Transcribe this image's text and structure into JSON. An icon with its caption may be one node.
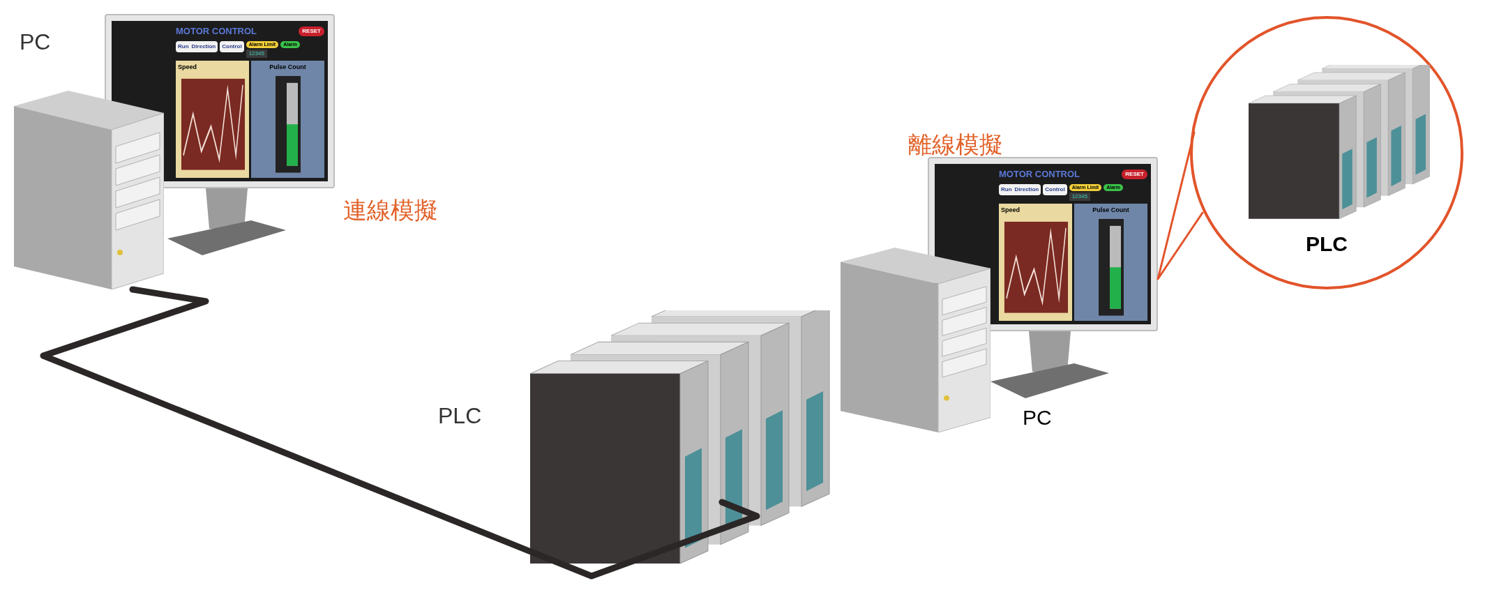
{
  "diagram": {
    "nodes": [
      {
        "text": [
          "PC"
        ],
        "beside": [
          "連線模擬"
        ]
      },
      {
        "text": [],
        "shape": "picture",
        "beside": [
          "PLC"
        ]
      },
      {
        "text": [
          "PC"
        ],
        "beside": [
          "離線模擬"
        ]
      },
      {
        "text": [
          "PLC"
        ]
      }
    ],
    "edges": [
      {
        "from": 0,
        "to": 1,
        "arrow": "none",
        "style": "thick",
        "color": "#2b2727"
      },
      {
        "from": 2,
        "to": 3,
        "arrow": "none",
        "color": "#e2542a"
      }
    ],
    "labels": [
      "MOTOR CONTROL",
      "RESET",
      "Run",
      "Direction",
      "Control",
      "Alarm Limit",
      "Alarm",
      "12345",
      "Speed",
      "Pulse Count",
      "MOTOR CONTROL",
      "RESET",
      "Run",
      "Direction",
      "Control",
      "Alarm Limit",
      "Alarm",
      "12345",
      "Speed",
      "Pulse Count"
    ]
  }
}
